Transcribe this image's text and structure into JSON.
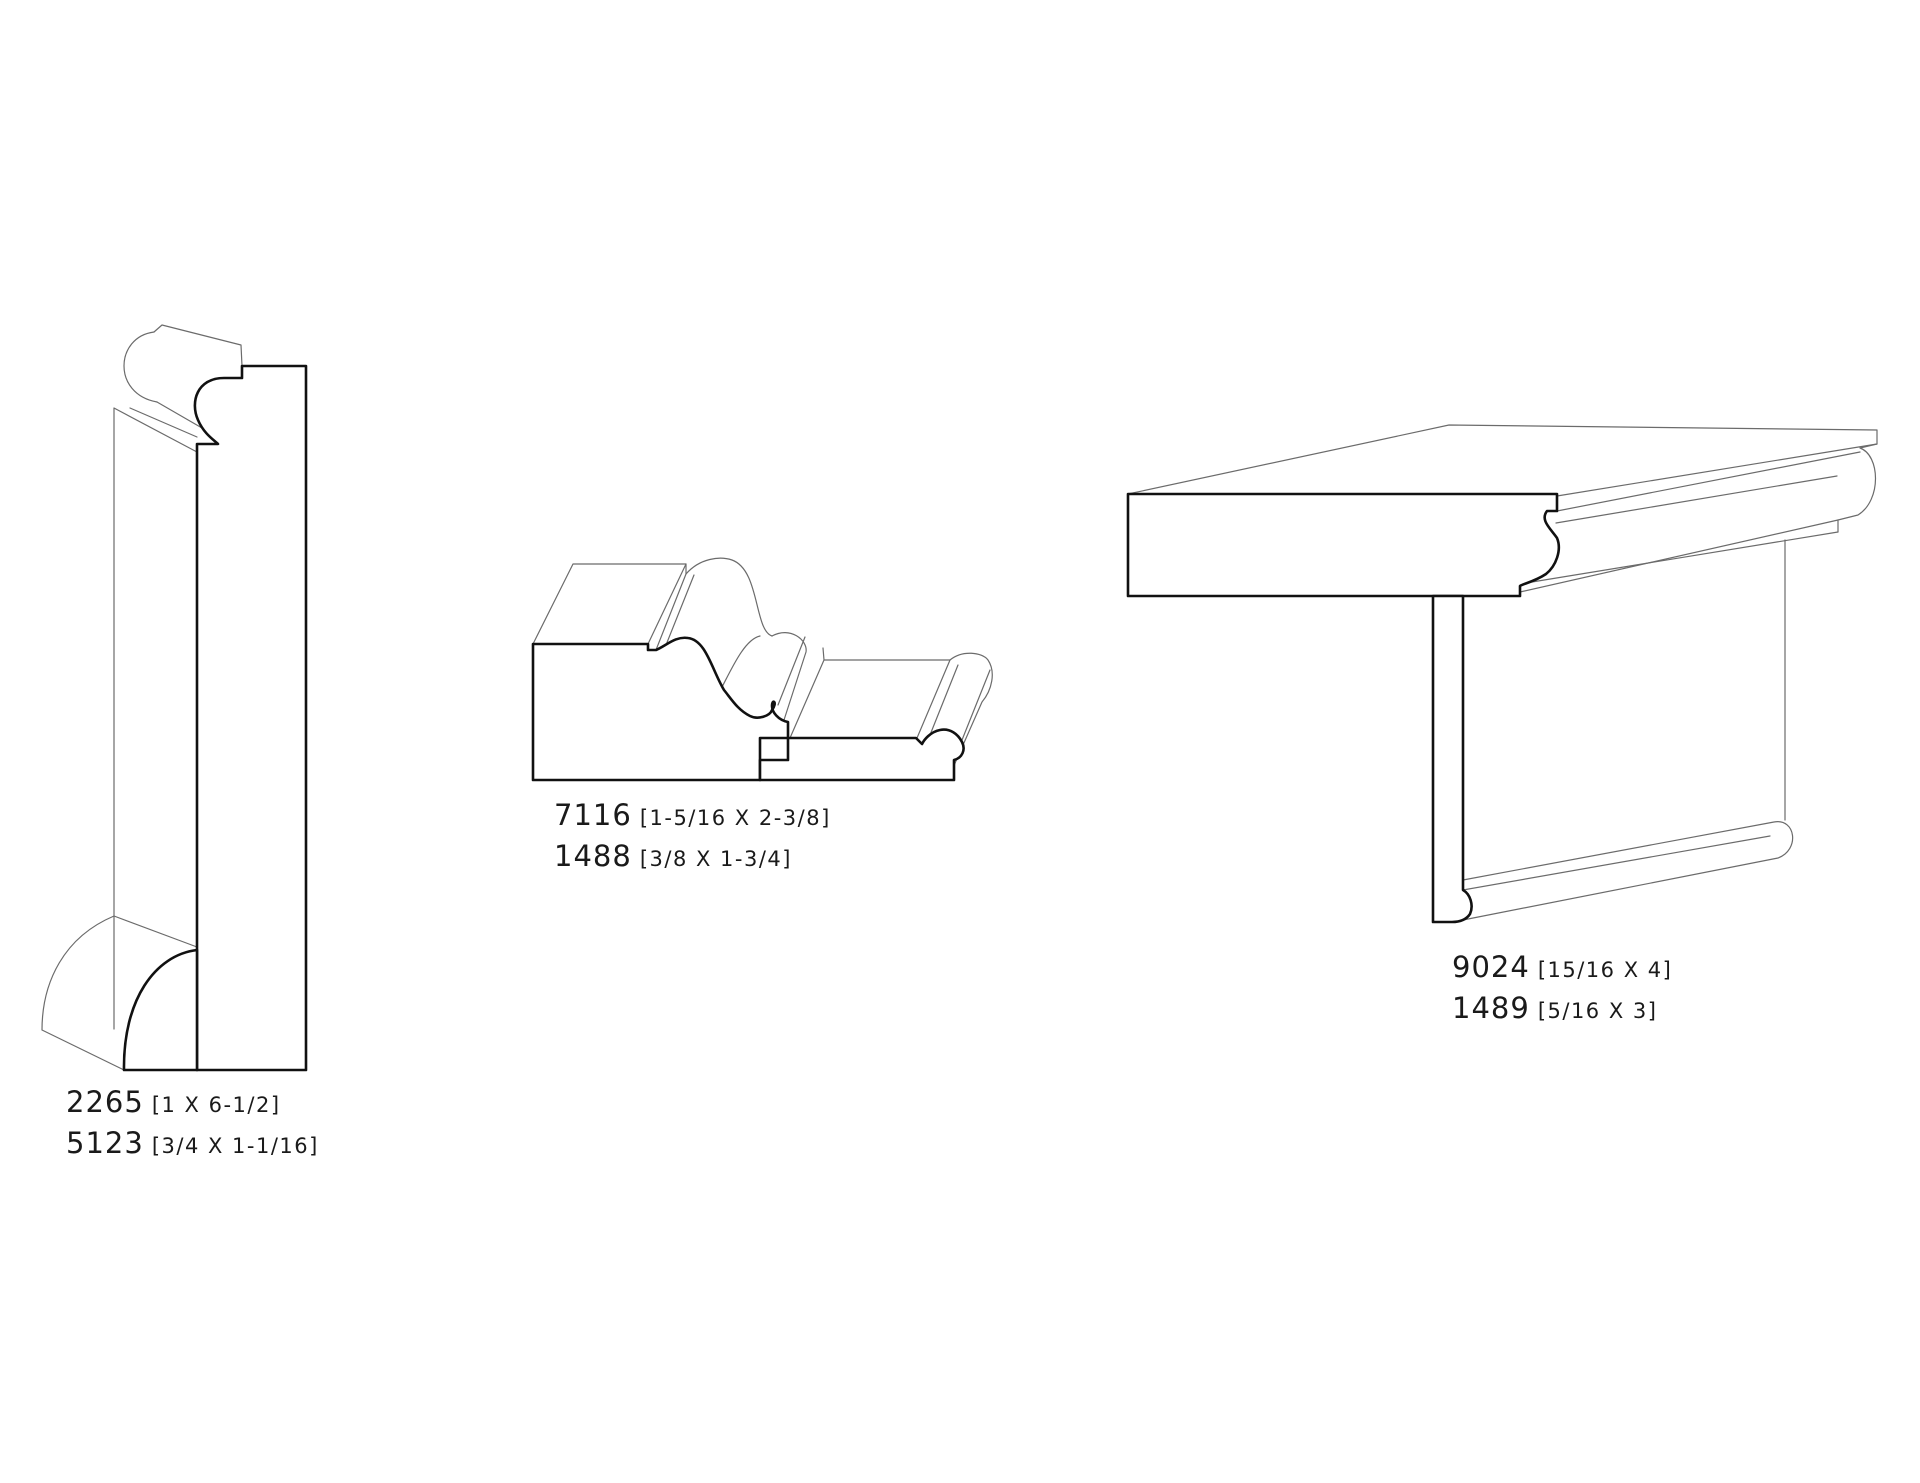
{
  "labels": [
    {
      "group": "profile-left",
      "lines": [
        {
          "code": "2265",
          "dims": "[1 X 6-1/2]"
        },
        {
          "code": "5123",
          "dims": "[3/4 X 1-1/16]"
        }
      ]
    },
    {
      "group": "profile-middle",
      "lines": [
        {
          "code": "7116",
          "dims": "[1-5/16 X 2-3/8]"
        },
        {
          "code": "1488",
          "dims": "[3/8 X 1-3/4]"
        }
      ]
    },
    {
      "group": "profile-right",
      "lines": [
        {
          "code": "9024",
          "dims": "[15/16 X 4]"
        },
        {
          "code": "1489",
          "dims": "[5/16 X 3]"
        }
      ]
    }
  ],
  "colors": {
    "outline": "#111111",
    "perspective": "#6b6b6b",
    "background": "#ffffff"
  }
}
